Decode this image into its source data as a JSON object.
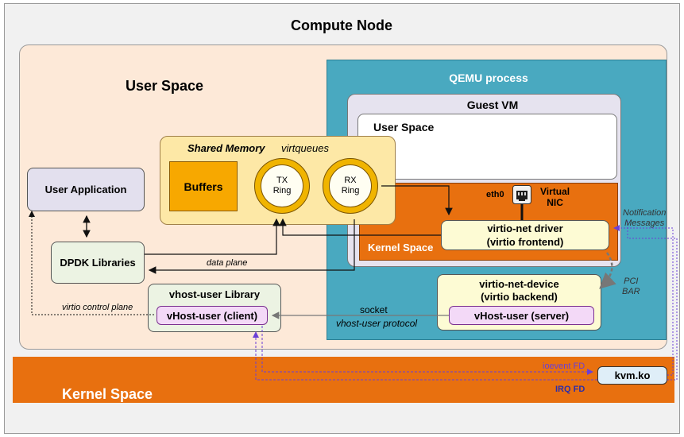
{
  "title": "Compute Node",
  "user_space_label": "User Space",
  "kernel_space_label": "Kernel Space",
  "qemu_label": "QEMU process",
  "guest_vm_label": "Guest VM",
  "guest_user_space_label": "User Space",
  "guest_kernel_space_label": "Kernel Space",
  "shared_memory_label": "Shared Memory",
  "virtqueues_label": "virtqueues",
  "buffers_label": "Buffers",
  "tx_ring_label": [
    "TX",
    "Ring"
  ],
  "rx_ring_label": [
    "RX",
    "Ring"
  ],
  "user_app_label": "User Application",
  "dpdk_label": "DPDK Libraries",
  "vhost_lib_label": "vhost-user Library",
  "vhost_client_label": "vHost-user (client)",
  "virtio_driver_label": [
    "virtio-net driver",
    "(virtio frontend)"
  ],
  "virtio_device_label": [
    "virtio-net-device",
    "(virtio backend)"
  ],
  "vhost_server_label": "vHost-user (server)",
  "eth0_label": "eth0",
  "vnic_label": [
    "Virtual",
    "NIC"
  ],
  "data_plane_label": "data plane",
  "control_plane_label": "virtio control plane",
  "socket_label": "socket",
  "vhost_protocol_label": "vhost-user protocol",
  "notification_label": [
    "Notification",
    "Messages"
  ],
  "pci_bar_label": [
    "PCI",
    "BAR"
  ],
  "ioevent_label": "ioevent FD",
  "irq_label": "IRQ FD",
  "kvm_label": "kvm.ko",
  "colors": {
    "user_space_bg": "#fde9d8",
    "kernel_orange": "#e8700f",
    "qemu_blue": "#49a9c0",
    "guest_lavender": "#e6e3ef",
    "shared_yellow": "#fde8a6",
    "ring_gold": "#f0b400",
    "buffers_orange": "#f7a800",
    "cream": "#fdfbd4",
    "lavender_box": "#e3e0ee",
    "green_box": "#ecf3e3",
    "pink_box": "#f3d9f7",
    "purple_arrow": "#6a3fd6"
  }
}
